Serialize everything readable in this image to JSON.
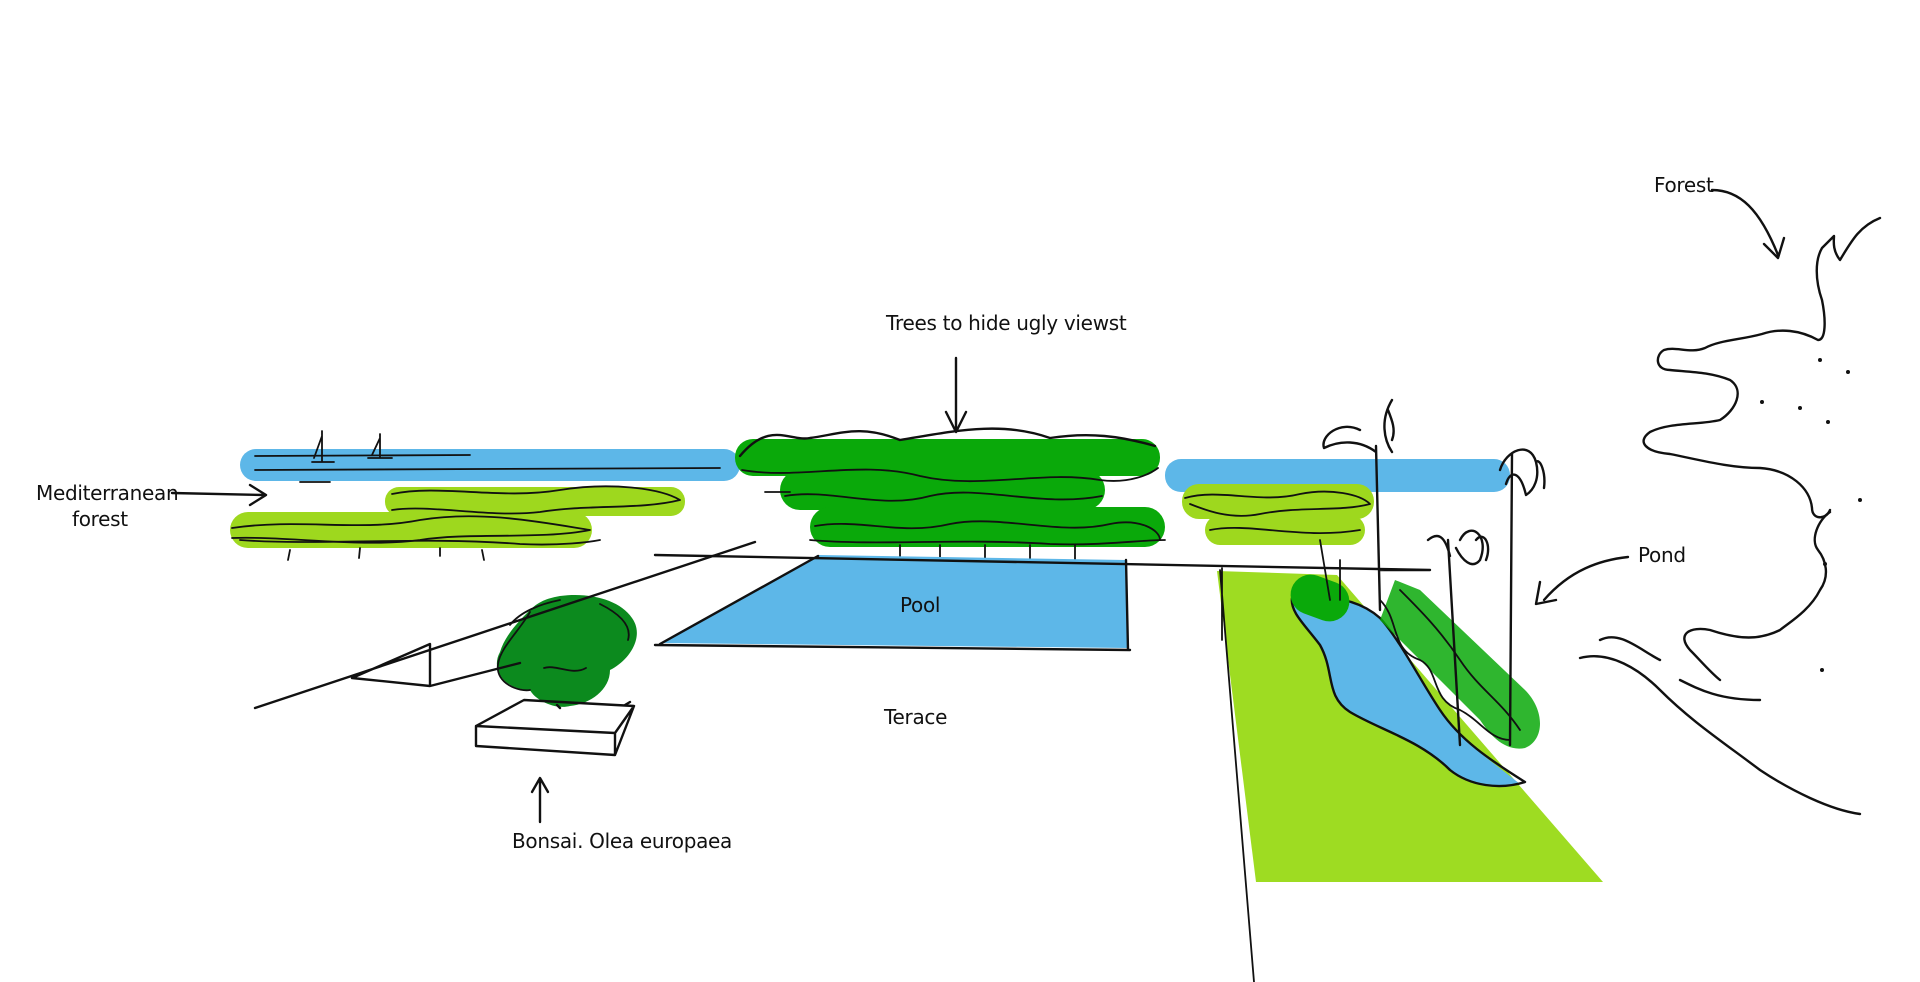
{
  "colors": {
    "background": "#ffffff",
    "ink": "#111111",
    "water_blue": "#5db7e8",
    "dark_green": "#0aa90a",
    "bonsai_green": "#0c8a1e",
    "light_green": "#9ed81e",
    "lawn_green": "#9edc22"
  },
  "labels": {
    "trees": "Trees to hide ugly viewst",
    "mediterranean_line1": "Mediterranean",
    "mediterranean_line2": "forest",
    "pool": "Pool",
    "terrace": "Terace",
    "bonsai": "Bonsai. Olea europaea",
    "pond": "Pond",
    "forest": "Forest"
  }
}
